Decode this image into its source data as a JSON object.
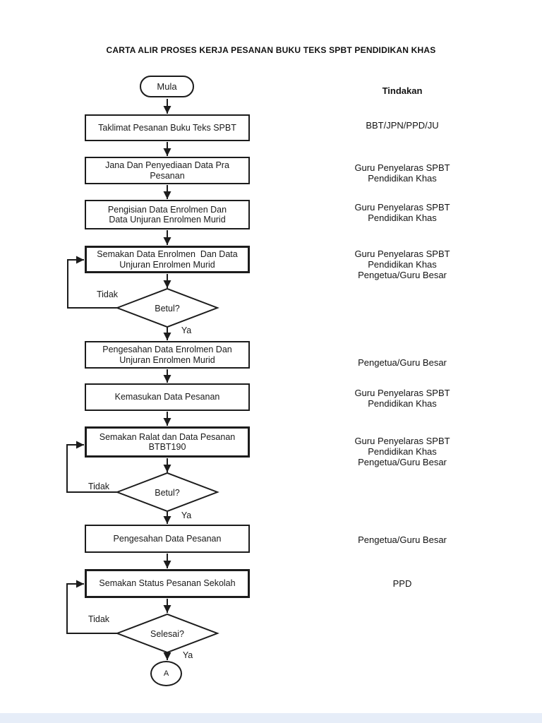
{
  "page": {
    "title": "CARTA ALIR PROSES KERJA PESANAN BUKU TEKS SPBT PENDIDIKAN KHAS",
    "actions_header": "Tindakan"
  },
  "colors": {
    "line": "#1c1c1c",
    "text": "#1a1a1a",
    "background": "#ffffff"
  },
  "flow": {
    "start_label": "Mula",
    "end_connector": "A",
    "steps": [
      {
        "label": "Taklimat Pesanan Buku Teks SPBT",
        "action": "BBT/JPN/PPD/JU"
      },
      {
        "label": "Jana Dan Penyediaan Data Pra\nPesanan",
        "action": "Guru Penyelaras SPBT\nPendidikan Khas"
      },
      {
        "label": "Pengisian Data Enrolmen Dan\nData Unjuran Enrolmen Murid",
        "action": "Guru Penyelaras SPBT\nPendidikan Khas"
      },
      {
        "label": "Semakan Data Enrolmen  Dan Data\nUnjuran Enrolmen Murid",
        "action": "Guru Penyelaras SPBT\nPendidikan Khas\nPengetua/Guru Besar"
      },
      {
        "label": "Pengesahan Data Enrolmen Dan\nUnjuran Enrolmen Murid",
        "action": "Pengetua/Guru Besar"
      },
      {
        "label": "Kemasukan Data Pesanan",
        "action": "Guru Penyelaras SPBT\nPendidikan Khas"
      },
      {
        "label": "Semakan Ralat dan Data Pesanan\nBTBT190",
        "action": "Guru Penyelaras SPBT\nPendidikan Khas\nPengetua/Guru Besar"
      },
      {
        "label": "Pengesahan Data Pesanan",
        "action": "Pengetua/Guru Besar"
      },
      {
        "label": "Semakan Status Pesanan Sekolah",
        "action": "PPD"
      }
    ],
    "decisions": [
      {
        "label": "Betul?",
        "no_label": "Tidak",
        "yes_label": "Ya"
      },
      {
        "label": "Betul?",
        "no_label": "Tidak",
        "yes_label": "Ya"
      },
      {
        "label": "Selesai?",
        "no_label": "Tidak",
        "yes_label": "Ya"
      }
    ]
  }
}
